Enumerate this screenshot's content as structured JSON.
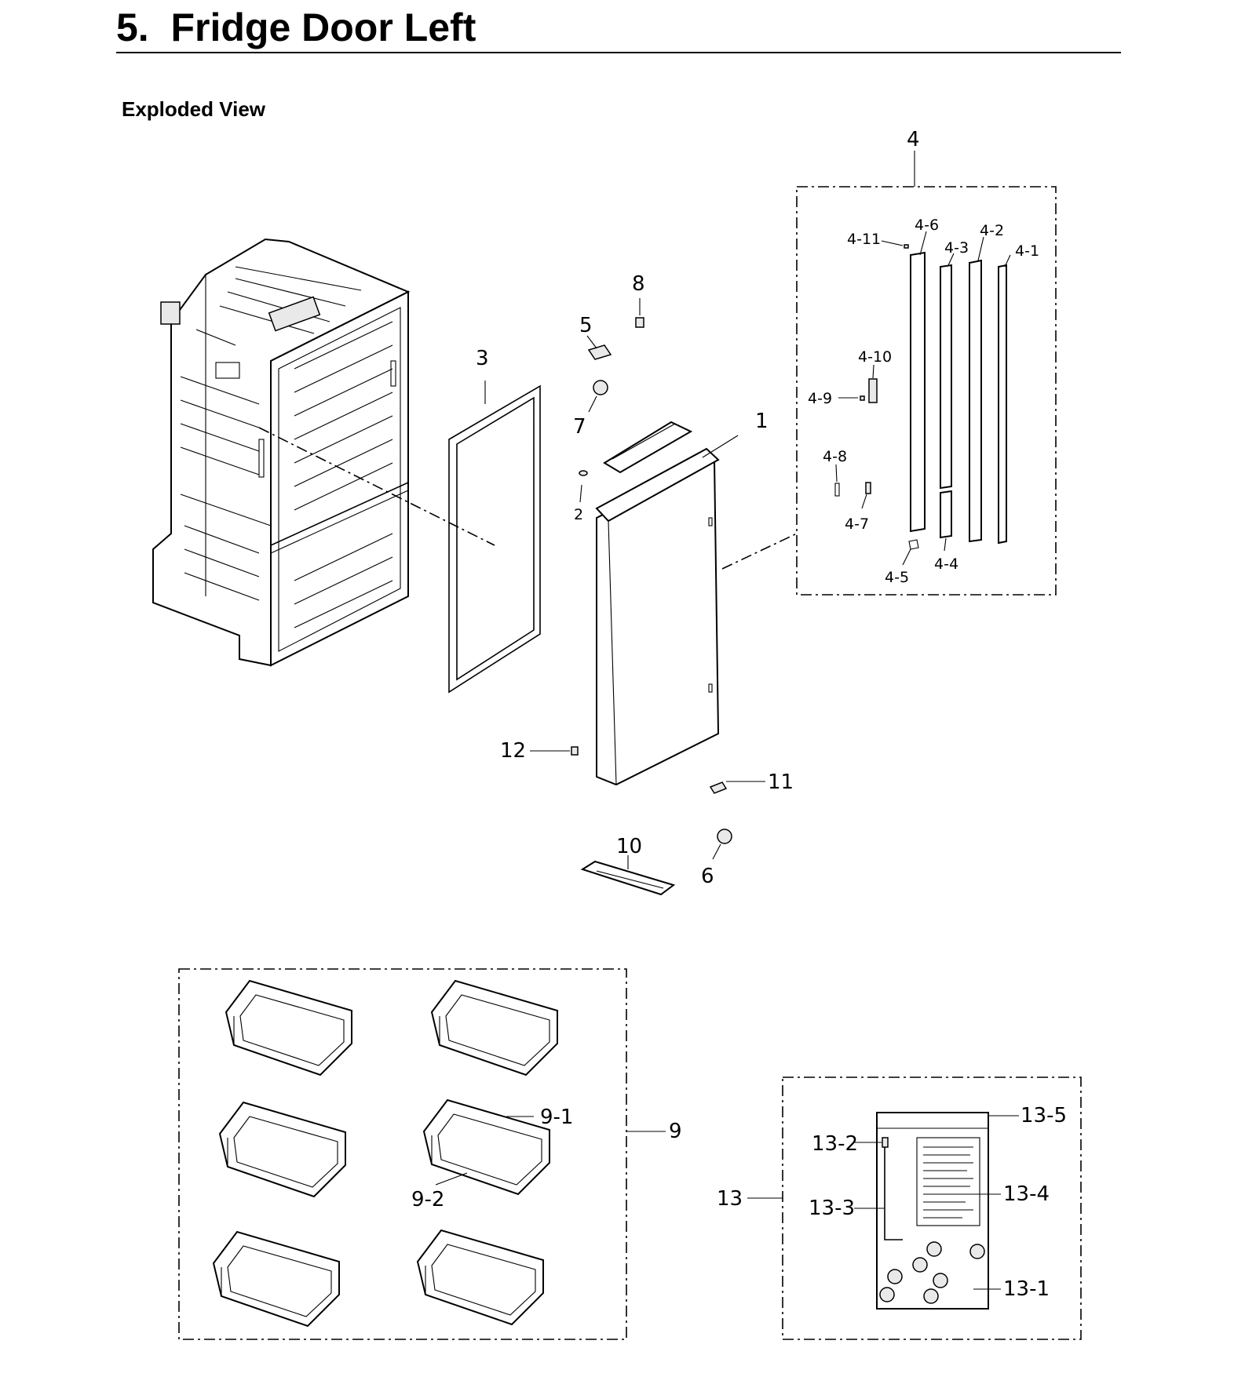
{
  "header": {
    "title": "5.  Fridge Door Left",
    "subtitle": "Exploded View"
  },
  "callouts": {
    "c1": "1",
    "c2": "2",
    "c3": "3",
    "c4": "4",
    "c5": "5",
    "c6": "6",
    "c7": "7",
    "c8": "8",
    "c9": "9",
    "c10": "10",
    "c11": "11",
    "c12": "12",
    "c13": "13",
    "c4_1": "4-1",
    "c4_2": "4-2",
    "c4_3": "4-3",
    "c4_4": "4-4",
    "c4_5": "4-5",
    "c4_6": "4-6",
    "c4_7": "4-7",
    "c4_8": "4-8",
    "c4_9": "4-9",
    "c4_10": "4-10",
    "c4_11": "4-11",
    "c9_1": "9-1",
    "c9_2": "9-2",
    "c13_1": "13-1",
    "c13_2": "13-2",
    "c13_3": "13-3",
    "c13_4": "13-4",
    "c13_5": "13-5"
  }
}
